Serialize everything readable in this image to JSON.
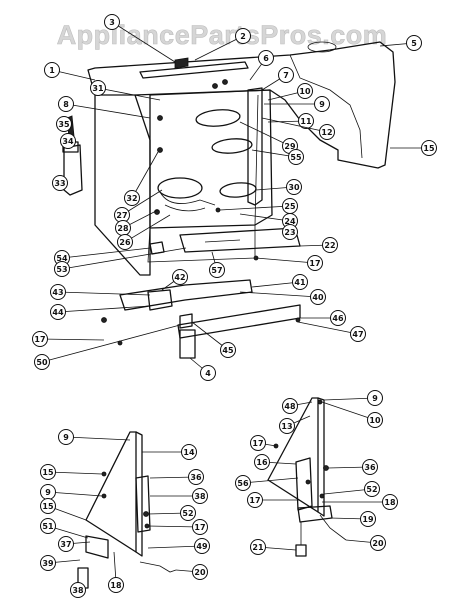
{
  "watermark": "AppliancePartsPros.com",
  "callouts": {
    "main": [
      "3",
      "1",
      "2",
      "6",
      "5",
      "7",
      "31",
      "10",
      "9",
      "11",
      "8",
      "12",
      "29",
      "35",
      "34",
      "55",
      "15",
      "33",
      "30",
      "32",
      "27",
      "28",
      "25",
      "26",
      "24",
      "23",
      "22",
      "54",
      "53",
      "57",
      "17",
      "42",
      "41",
      "43",
      "40",
      "44",
      "46",
      "47",
      "17",
      "50",
      "45",
      "4"
    ],
    "left": [
      "9",
      "14",
      "36",
      "15",
      "38",
      "9",
      "52",
      "15",
      "17",
      "51",
      "37",
      "49",
      "39",
      "18",
      "38",
      "20"
    ],
    "right": [
      "48",
      "9",
      "10",
      "13",
      "17",
      "36",
      "16",
      "56",
      "52",
      "17",
      "18",
      "19",
      "21",
      "20"
    ]
  }
}
